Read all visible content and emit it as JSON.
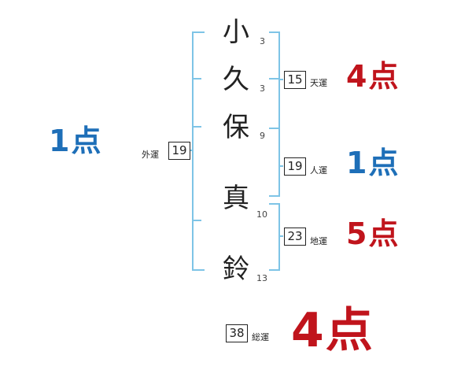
{
  "name_chars": [
    {
      "char": "小",
      "strokes": "3"
    },
    {
      "char": "久",
      "strokes": "3"
    },
    {
      "char": "保",
      "strokes": "9"
    },
    {
      "char": "真",
      "strokes": "10"
    },
    {
      "char": "鈴",
      "strokes": "13"
    }
  ],
  "gaiun": {
    "label": "外運",
    "value": "19",
    "score": "1点"
  },
  "tenun": {
    "label": "天運",
    "value": "15",
    "score": "4点"
  },
  "jinun": {
    "label": "人運",
    "value": "19",
    "score": "1点"
  },
  "chiun": {
    "label": "地運",
    "value": "23",
    "score": "5点"
  },
  "souun": {
    "label": "総運",
    "value": "38",
    "score": "4点"
  },
  "colors": {
    "blue": "#1e6fb8",
    "red": "#c0141c",
    "bracket": "#7ec4e6"
  }
}
